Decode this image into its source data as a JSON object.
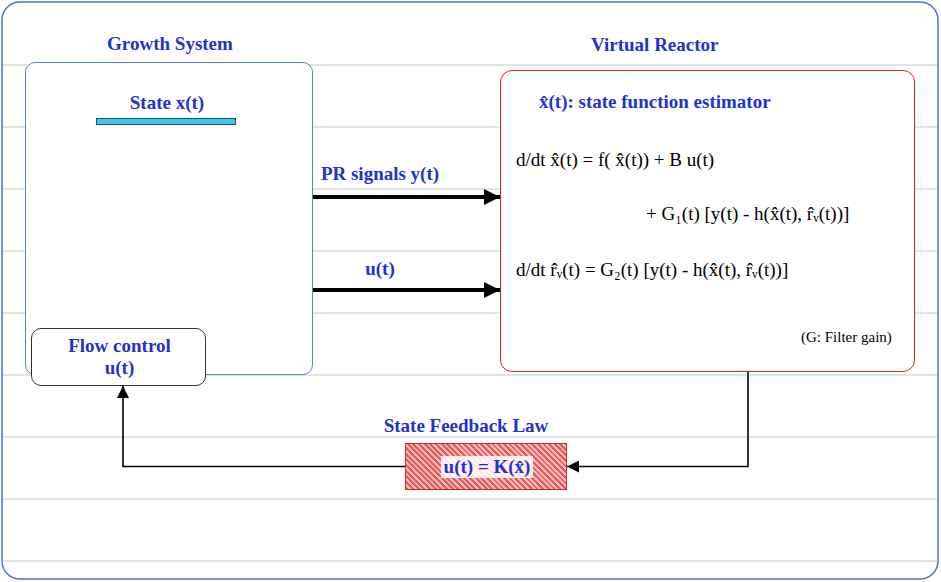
{
  "diagram": {
    "nodes": [
      {
        "text": [
          "Growth System"
        ]
      },
      {
        "text": [
          "State x(t)"
        ],
        "in": 0
      },
      {
        "text": [
          "Flow control u(t)"
        ],
        "in": 0
      },
      {
        "text": [
          "Virtual Reactor",
          "x̂(t):  state function estimator",
          "d/dt x̂(t) = f( x̂(t)) + B u(t)",
          "+ G₁(t) [y(t) - h(x̂(t), r̂ᵥ(t))]",
          "d/dt r̂ᵥ(t) = G₂(t) [y(t) - h(x̂(t), r̂ᵥ(t))]",
          "(G: Filter gain)"
        ]
      },
      {
        "text": [
          "State Feedback Law",
          "u(t) = K(x̂)"
        ]
      }
    ],
    "edges": [
      {
        "from": 0,
        "to": 3,
        "label": "PR signals y(t)",
        "arrow": "to"
      },
      {
        "from": 2,
        "to": 3,
        "label": "u(t)",
        "arrow": "to"
      },
      {
        "from": 3,
        "to": 4,
        "arrow": "to"
      },
      {
        "from": 4,
        "to": 2,
        "arrow": "to"
      }
    ]
  }
}
